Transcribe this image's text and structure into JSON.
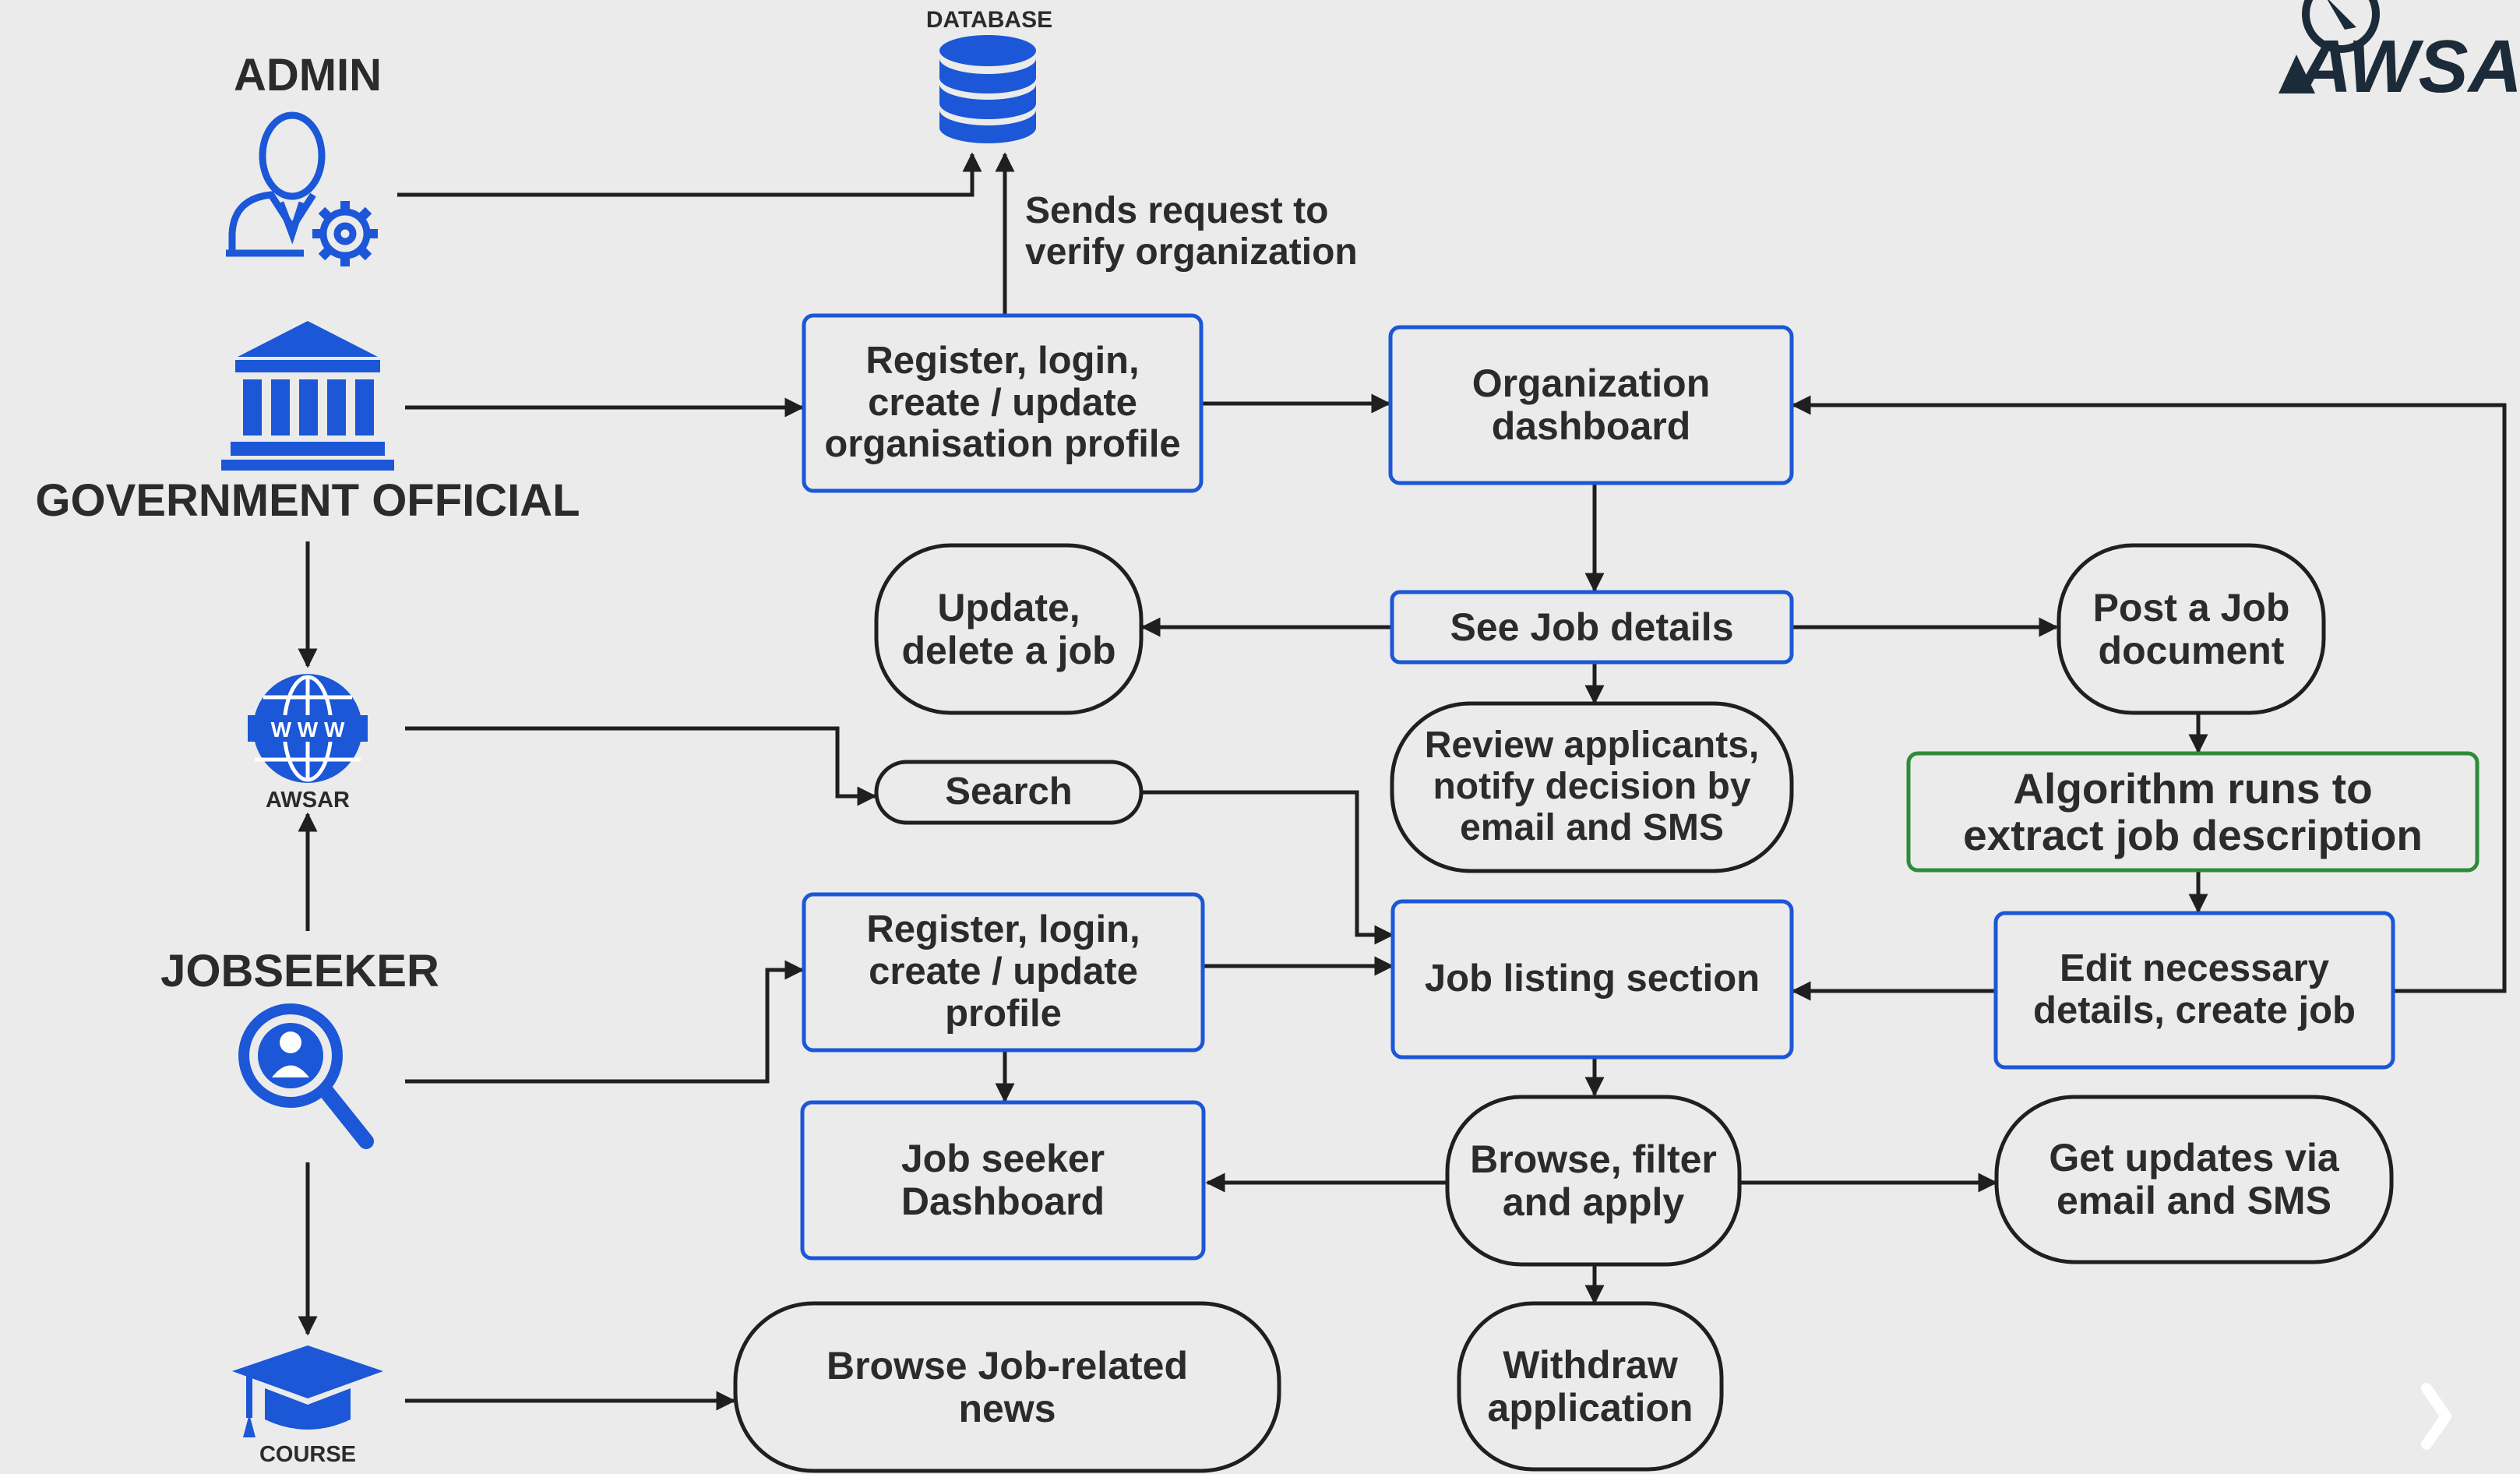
{
  "logo": {
    "text": "AWSAR"
  },
  "actors": {
    "admin": {
      "label": "ADMIN",
      "icon": "admin-gear-icon"
    },
    "government": {
      "label": "GOVERNMENT OFFICIAL",
      "icon": "government-building-icon"
    },
    "awsar": {
      "label": "AWSAR",
      "icon": "www-globe-icon"
    },
    "jobseeker": {
      "label": "JOBSEEKER",
      "icon": "jobseeker-magnifier-icon"
    },
    "course": {
      "label": "COURSE",
      "icon": "graduation-cap-icon"
    },
    "database": {
      "label": "DATABASE",
      "icon": "database-icon"
    }
  },
  "annotations": {
    "verify": "Sends request to\nverify organization"
  },
  "nodes": {
    "org_register": "Register, login,\ncreate / update\norganisation profile",
    "org_dashboard": "Organization\ndashboard",
    "see_job_details": "See Job details",
    "update_delete": "Update,\ndelete a job",
    "post_job": "Post a Job\ndocument",
    "review": "Review applicants,\nnotify decision by\nemail and SMS",
    "algorithm": "Algorithm runs to\nextract job description",
    "search": "Search",
    "job_listing": "Job listing section",
    "edit_details": "Edit necessary\ndetails, create job",
    "js_register": "Register, login,\ncreate / update\nprofile",
    "js_dashboard": "Job seeker\nDashboard",
    "browse_apply": "Browse, filter\nand apply",
    "updates": "Get updates via\nemail and SMS",
    "news": "Browse Job-related\nnews",
    "withdraw": "Withdraw\napplication"
  },
  "colors": {
    "background": "#ebebeb",
    "blue": "#1b57d6",
    "green": "#2e8b3a",
    "dark": "#1f1f1f",
    "logo": "#1c2b39"
  }
}
